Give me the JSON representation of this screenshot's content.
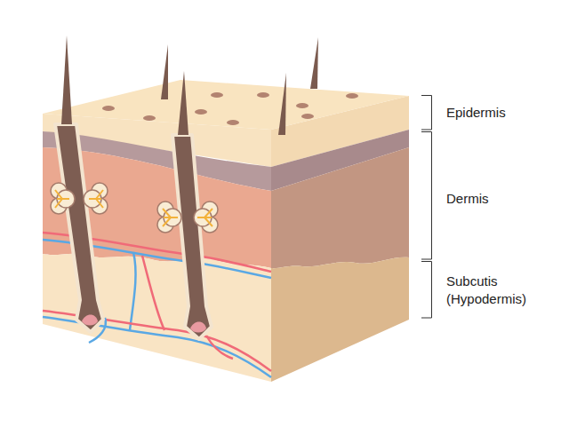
{
  "diagram": {
    "labels": [
      "Epidermis",
      "Dermis",
      "Subcutis (Hypodermis)"
    ]
  }
}
